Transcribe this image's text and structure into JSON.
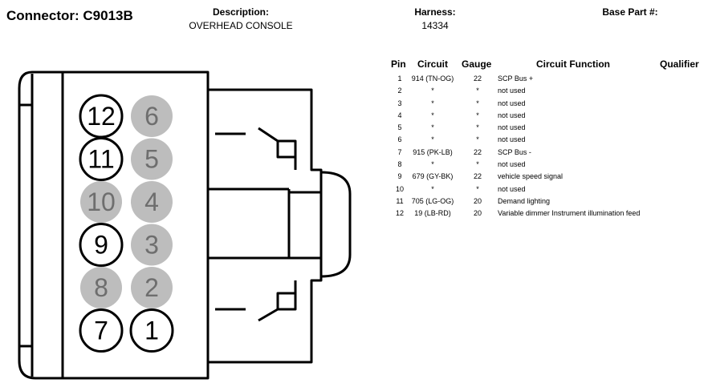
{
  "header": {
    "connector_label": "Connector: C9013B",
    "description_label": "Description:",
    "description_value": "OVERHEAD CONSOLE",
    "harness_label": "Harness:",
    "harness_value": "14334",
    "base_part_label": "Base Part #:"
  },
  "table": {
    "columns": [
      "Pin",
      "Circuit",
      "Gauge",
      "Circuit Function",
      "Qualifier"
    ],
    "rows": [
      {
        "pin": "1",
        "circuit": "914 (TN-OG)",
        "gauge": "22",
        "function": "SCP Bus +"
      },
      {
        "pin": "2",
        "circuit": "*",
        "gauge": "*",
        "function": "not used"
      },
      {
        "pin": "3",
        "circuit": "*",
        "gauge": "*",
        "function": "not used"
      },
      {
        "pin": "4",
        "circuit": "*",
        "gauge": "*",
        "function": "not used"
      },
      {
        "pin": "5",
        "circuit": "*",
        "gauge": "*",
        "function": "not used"
      },
      {
        "pin": "6",
        "circuit": "*",
        "gauge": "*",
        "function": "not used"
      },
      {
        "pin": "7",
        "circuit": "915 (PK-LB)",
        "gauge": "22",
        "function": "SCP Bus -"
      },
      {
        "pin": "8",
        "circuit": "*",
        "gauge": "*",
        "function": "not used"
      },
      {
        "pin": "9",
        "circuit": "679 (GY-BK)",
        "gauge": "22",
        "function": "vehicle speed signal"
      },
      {
        "pin": "10",
        "circuit": "*",
        "gauge": "*",
        "function": "not used"
      },
      {
        "pin": "11",
        "circuit": "705 (LG-OG)",
        "gauge": "20",
        "function": "Demand lighting"
      },
      {
        "pin": "12",
        "circuit": "19 (LB-RD)",
        "gauge": "20",
        "function": "Variable dimmer Instrument illumination feed"
      }
    ]
  },
  "connector_diagram": {
    "cavities": [
      {
        "number": "12",
        "used": true
      },
      {
        "number": "6",
        "used": false
      },
      {
        "number": "11",
        "used": true
      },
      {
        "number": "5",
        "used": false
      },
      {
        "number": "10",
        "used": false
      },
      {
        "number": "4",
        "used": false
      },
      {
        "number": "9",
        "used": true
      },
      {
        "number": "3",
        "used": false
      },
      {
        "number": "8",
        "used": false
      },
      {
        "number": "2",
        "used": false
      },
      {
        "number": "7",
        "used": true
      },
      {
        "number": "1",
        "used": true
      }
    ],
    "colors": {
      "used_fill": "#ffffff",
      "unused_fill": "#bdbdbd",
      "used_text": "#000000",
      "unused_text": "#6e6e6e",
      "outline": "#000000"
    }
  }
}
